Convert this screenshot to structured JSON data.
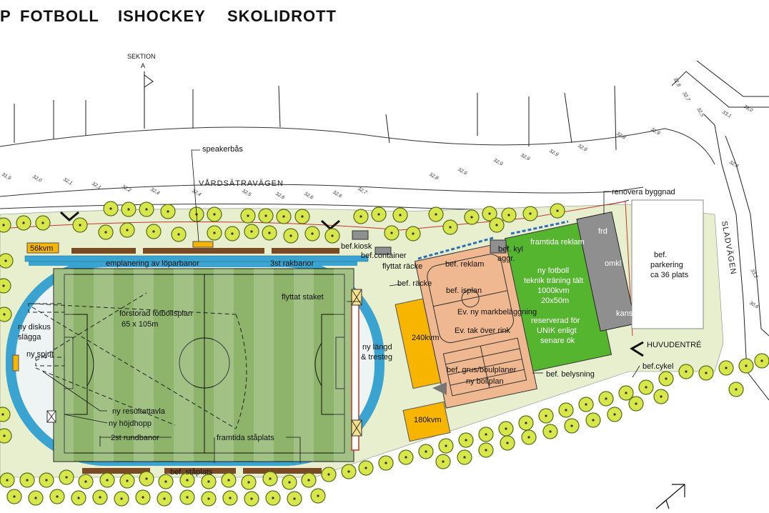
{
  "header": {
    "title_fragment": "P",
    "title_words": [
      "FOTBOLL",
      "ISHOCKEY",
      "SKOLIDROTT"
    ]
  },
  "section_marker": {
    "line1": "SEKTION",
    "line2": "A"
  },
  "roads": {
    "north": "VÅRDSÄTRAVÄGEN",
    "east": "SLADVÄGEN"
  },
  "contour_labels": [
    "31,9",
    "32,0",
    "32,1",
    "32,1",
    "32,2",
    "32,4",
    "32,4",
    "32,5",
    "32,6",
    "32,6",
    "32,6",
    "32,7",
    "32,8",
    "32,9",
    "32,9",
    "32,9",
    "32,9",
    "32,9",
    "32,8",
    "32,9",
    "32,8",
    "32,7",
    "32,5",
    "33,1",
    "33,0",
    "32,6",
    "33,2",
    "30,6"
  ],
  "labels": {
    "speakerbas": "speakerbås",
    "renovera": "renovera byggnad",
    "area56": "56kvm",
    "bef_kiosk": "bef.kiosk",
    "bef_container": "bef.container",
    "framtida_reklam_top": "framtida reklam",
    "flyttat_racke": "flyttat räcke",
    "bef_racke": "bef. räcke",
    "bef_reklam": "bef. reklam",
    "bef_kyl": "bef. kyl",
    "aggr": "aggr.",
    "bef_isplan": "bef. isplan",
    "ev_ny_markbelaggning": "Ev. ny markbeläggning",
    "ev_tak": "Ev. tak över rink",
    "grus_boule": "bef. grus/boulplaner",
    "ny_bollplan": "ny bollplan",
    "area240": "240kvm",
    "area180": "180kvm",
    "ny_fotboll": "ny fotboll",
    "teknik": "teknik träning tält",
    "area1000": "1000kvm",
    "dim20x50": "20x50m",
    "reserverad": "reserverad för",
    "unik": "UNIK enligt",
    "senare": "senare ök",
    "frd": "frd",
    "omkl": "omkl",
    "kansli": "kansli",
    "bef_parkering": "bef.",
    "parkering": "parkering",
    "ca36": "ca 36 plats",
    "huvudentre": "HUVUDENTRÉ",
    "bef_cykel": "bef.cykel",
    "bef_belysning": "bef. belysning",
    "emplacering": "emplanering av löparbanor",
    "rakbanor": "3st rakbanor",
    "flyttat_staket": "flyttat staket",
    "forstorad": "förstorad fotbollsplan",
    "dim65x105": "65 x 105m",
    "ny_diskus": "ny diskus",
    "slagga": "slägga",
    "ny_spjut": "ny spjut",
    "ny_langd": "ny längd",
    "tresteg": "& tresteg",
    "ny_resultattavla": "ny resultattavla",
    "ny_hojdhopp": "ny höjdhopp",
    "rundbanor": "2st rundbanor",
    "framtida_staplats": "framtida ståplats",
    "bef_staplats": "bef. ståplats"
  },
  "colors": {
    "grass": "#8db46a",
    "track": "#3ba3cf",
    "ice": "#f0b890",
    "green_field": "#55b52f",
    "orange": "#f7b500",
    "building": "#8f8f8f",
    "tree": "#d7e64a",
    "lawn": "#e7efcf"
  }
}
